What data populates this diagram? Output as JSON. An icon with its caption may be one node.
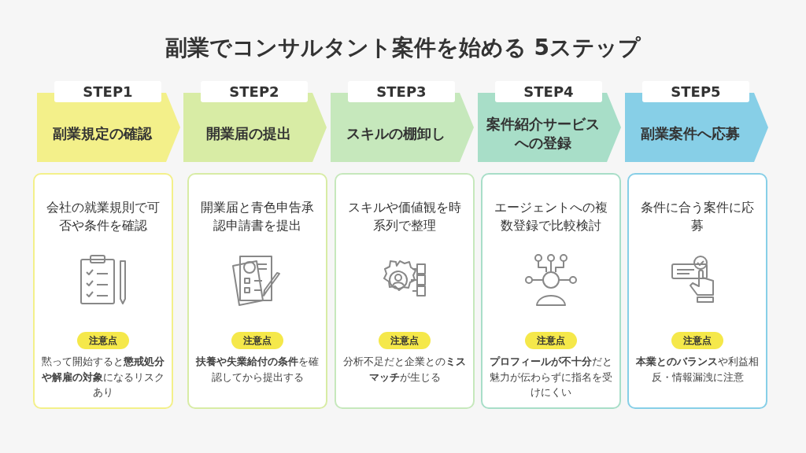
{
  "diagram": {
    "title": "副業でコンサルタント案件を始める 5ステップ",
    "nodes": [
      {
        "text": [
          "STEP1",
          "副業規定の確認"
        ]
      },
      {
        "text": [
          "会社の就業規則で可否や条件を確認",
          "黙って開始すると**懲戒処分や解雇の対象**になるリスクあり"
        ]
      },
      {
        "text": [
          "注意点"
        ],
        "in": 1
      },
      {
        "text": [
          "STEP2",
          "開業届の提出"
        ]
      },
      {
        "text": [
          "開業届と青色申告承認申請書を提出",
          "**扶養や失業給付の条件**を確認してから提出する"
        ]
      },
      {
        "text": [
          "注意点"
        ],
        "in": 4
      },
      {
        "text": [
          "STEP3",
          "スキルの棚卸し"
        ]
      },
      {
        "text": [
          "スキルや価値観を時系列で整理",
          "分析不足だと企業との**ミスマッチ**が生じる"
        ]
      },
      {
        "text": [
          "注意点"
        ],
        "in": 7
      },
      {
        "text": [
          "STEP4",
          "案件紹介サービスへの登録"
        ]
      },
      {
        "text": [
          "エージェントへの複数登録で比較検討",
          "**プロフィールが不十分**だと魅力が伝わらずに指名を受けにくい"
        ]
      },
      {
        "text": [
          "注意点"
        ],
        "in": 10
      },
      {
        "text": [
          "STEP5",
          "副業案件へ応募"
        ]
      },
      {
        "text": [
          "条件に合う案件に応募",
          "**本業とのバランス**や利益相反・情報漏洩に注意"
        ]
      },
      {
        "text": [
          "注意点"
        ],
        "in": 13
      }
    ]
  }
}
